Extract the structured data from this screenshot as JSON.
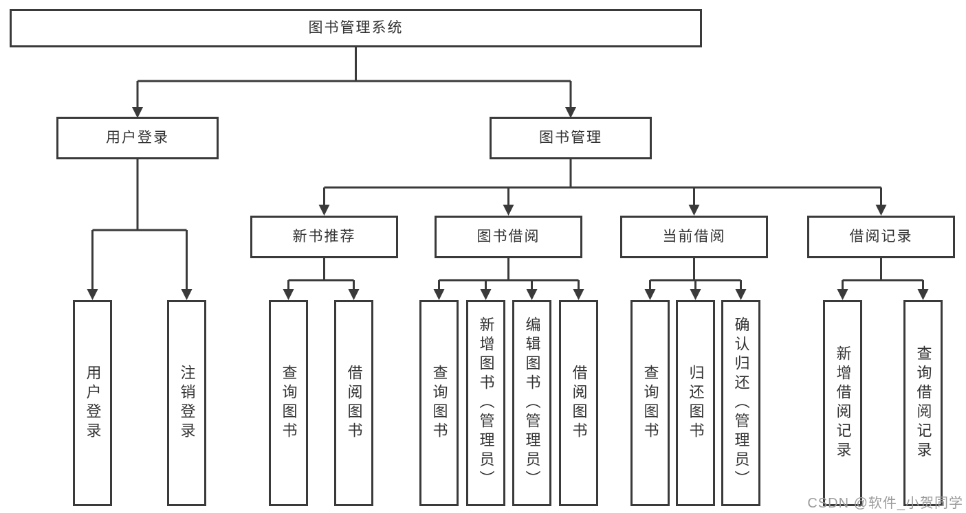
{
  "diagram_type": "hierarchy-tree",
  "colors": {
    "line": "#3a3a3a",
    "text": "#333333",
    "background": "#ffffff",
    "watermark_text_color": "#9b9b9b"
  },
  "tree": {
    "label": "图书管理系统",
    "children": [
      {
        "label": "用户登录",
        "children": [
          {
            "label": "用户登录"
          },
          {
            "label": "注销登录"
          }
        ]
      },
      {
        "label": "图书管理",
        "children": [
          {
            "label": "新书推荐",
            "children": [
              {
                "label": "查询图书"
              },
              {
                "label": "借阅图书"
              }
            ]
          },
          {
            "label": "图书借阅",
            "children": [
              {
                "label": "查询图书"
              },
              {
                "label": "新增图书（管理员）"
              },
              {
                "label": "编辑图书（管理员）"
              },
              {
                "label": "借阅图书"
              }
            ]
          },
          {
            "label": "当前借阅",
            "children": [
              {
                "label": "查询图书"
              },
              {
                "label": "归还图书"
              },
              {
                "label": "确认归还（管理员）"
              }
            ]
          },
          {
            "label": "借阅记录",
            "children": [
              {
                "label": "新增借阅记录"
              },
              {
                "label": "查询借阅记录"
              }
            ]
          }
        ]
      }
    ]
  },
  "watermark": {
    "text": "CSDN @软件_小贺同学"
  }
}
